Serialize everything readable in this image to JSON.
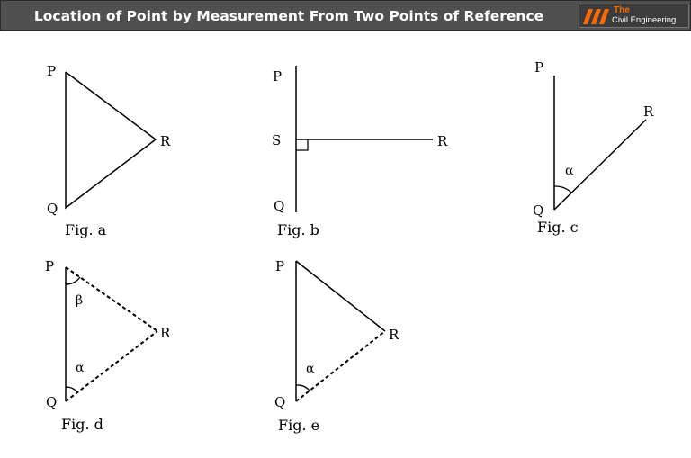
{
  "header": {
    "title": "Location of Point by Measurement From Two Points of Reference",
    "logo_the": "The",
    "logo_name": "Civil Engineering"
  },
  "figures": {
    "a": {
      "caption": "Fig. a",
      "p": "P",
      "q": "Q",
      "r": "R"
    },
    "b": {
      "caption": "Fig. b",
      "p": "P",
      "s": "S",
      "q": "Q",
      "r": "R"
    },
    "c": {
      "caption": "Fig. c",
      "p": "P",
      "q": "Q",
      "r": "R",
      "alpha": "α"
    },
    "d": {
      "caption": "Fig. d",
      "p": "P",
      "q": "Q",
      "r": "R",
      "alpha": "α",
      "beta": "β"
    },
    "e": {
      "caption": "Fig. e",
      "p": "P",
      "q": "Q",
      "r": "R",
      "alpha": "α"
    }
  }
}
